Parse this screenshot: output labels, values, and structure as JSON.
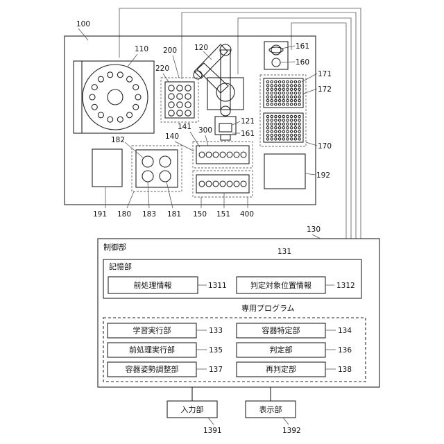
{
  "apparatus": {
    "ref": "100",
    "turntable_ref": "110",
    "arm_ref": "120",
    "hand_ref": "121",
    "rack_ref": "200",
    "rack_inner_ref": "220",
    "pre_area_ref": "140",
    "pre_unit_ref": "180",
    "pre_unit_items": [
      "182",
      "183",
      "181"
    ],
    "block_left_ref": "191",
    "block_right_ref": "192",
    "tray_top_ref": "300",
    "tray_top_inner_ref": "141",
    "tray_bottom_refs": [
      "150",
      "151",
      "400"
    ],
    "cam_refs": [
      "161",
      "160",
      "161"
    ],
    "plate_refs": [
      "171",
      "172",
      "170"
    ]
  },
  "control": {
    "ref": "130",
    "title": "制御部",
    "storage": {
      "ref": "131",
      "title": "記憶部",
      "items": [
        {
          "label": "前処理情報",
          "ref": "1311"
        },
        {
          "label": "判定対象位置情報",
          "ref": "1312"
        }
      ]
    },
    "program": {
      "title": "専用プログラム",
      "items": [
        {
          "label": "学習実行部",
          "ref": "133"
        },
        {
          "label": "容器特定部",
          "ref": "134"
        },
        {
          "label": "前処理実行部",
          "ref": "135"
        },
        {
          "label": "判定部",
          "ref": "136"
        },
        {
          "label": "容器姿勢調整部",
          "ref": "137"
        },
        {
          "label": "再判定部",
          "ref": "138"
        }
      ]
    }
  },
  "io": [
    {
      "label": "入力部",
      "ref": "1391"
    },
    {
      "label": "表示部",
      "ref": "1392"
    }
  ]
}
